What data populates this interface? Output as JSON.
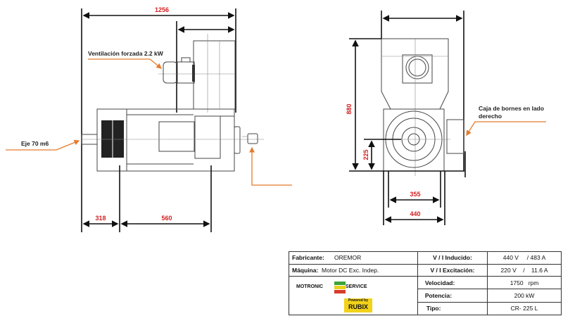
{
  "drawing": {
    "side_view": {
      "dim_total_length": "1256",
      "dim_foot_offset": "318",
      "dim_foot_spacing": "560",
      "note_fan": "Ventilación forzada 2.2 kW",
      "note_shaft": "Eje 70 m6"
    },
    "end_view": {
      "dim_height": "880",
      "dim_shaft_height": "225",
      "dim_foot_holes": "355",
      "dim_base_width": "440",
      "note_terminal_box_line1": "Caja de bornes en lado",
      "note_terminal_box_line2": "derecho"
    },
    "line_colors": {
      "annotation": "#e57b2c",
      "dimension_text": "#d42020"
    }
  },
  "spec_table": {
    "manufacturer_label": "Fabricante:",
    "manufacturer_value": "OREMOR",
    "machine_label": "Máquina:",
    "machine_value": "Motor DC Exc. Indep.",
    "armature_label": "V / I Inducido:",
    "armature_value": "440 V     / 483 A",
    "excitation_label": "V / I Excitación:",
    "excitation_value": "220 V    /    11.6 A",
    "speed_label": "Velocidad:",
    "speed_value": "1750   rpm",
    "power_label": "Potencia:",
    "power_value": "200 kW",
    "type_label": "Tipo:",
    "type_value": "CR- 225 L",
    "logo": {
      "left": "MOTRONIC",
      "right": "SERVICE",
      "badge_top": "Powered by",
      "badge": "RUBIX"
    }
  }
}
